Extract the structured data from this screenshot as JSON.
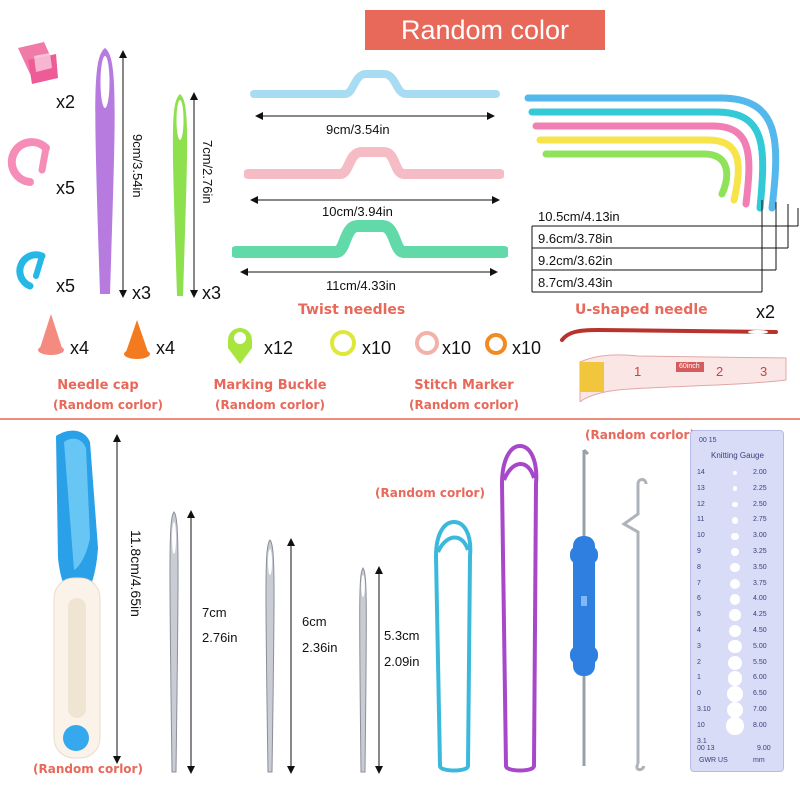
{
  "banner": {
    "title": "Random color"
  },
  "top": {
    "clip_qty": "x2",
    "ring_large_qty": "x5",
    "ring_small_qty": "x5",
    "needle_large_dim": "9cm/3.54in",
    "needle_large_qty": "x3",
    "needle_small_dim": "7cm/2.76in",
    "needle_small_qty": "x3",
    "twist": {
      "dim1": "9cm/3.54in",
      "dim2": "10cm/3.94in",
      "dim3": "11cm/4.33in",
      "label": "Twist needles"
    },
    "ushaped": {
      "dim1": "10.5cm/4.13in",
      "dim2": "9.6cm/3.78in",
      "dim3": "9.2cm/3.62in",
      "dim4": "8.7cm/3.43in",
      "label": "U-shaped needle",
      "qty": "x2"
    },
    "cap_pink_qty": "x4",
    "cap_orange_qty": "x4",
    "buckle_qty": "x12",
    "marker_yellow_qty": "x10",
    "marker_pink_qty": "x10",
    "marker_orange_qty": "x10",
    "needle_cap_label": "Needle cap",
    "needle_cap_sub": "(Random corlor)",
    "marking_buckle_label": "Marking Buckle",
    "marking_buckle_sub": "(Random corlor)",
    "stitch_marker_label": "Stitch Marker",
    "stitch_marker_sub": "(Random corlor)",
    "tape": {
      "n1": "1",
      "n2": "2",
      "n3": "3",
      "brand": "60inch"
    }
  },
  "bottom": {
    "scissor_dim": "11.8cm/4.65in",
    "scissor_sub": "(Random corlor)",
    "needle1_cm": "7cm",
    "needle1_in": "2.76in",
    "needle2_cm": "6cm",
    "needle2_in": "2.36in",
    "needle3_cm": "5.3cm",
    "needle3_in": "2.09in",
    "holder_sub": "(Random corlor)",
    "hook_sub": "(Random corlor)",
    "gauge": {
      "title": "Knitting Gauge",
      "left_top": "00 15",
      "bottom_left": "00 13",
      "bottom_right": "9.00",
      "footer_left": "GWR US",
      "footer_right": "mm",
      "us": [
        "14",
        "13",
        "12",
        "11",
        "10",
        "9",
        "8",
        "7",
        "6",
        "5",
        "4",
        "3",
        "2",
        "1",
        "0",
        "3.10",
        "10",
        "3.1"
      ],
      "mm": [
        "2.00",
        "2.25",
        "2.50",
        "2.75",
        "3.00",
        "3.25",
        "3.50",
        "3.75",
        "4.00",
        "4.25",
        "4.50",
        "5.00",
        "5.50",
        "6.00",
        "6.50",
        "7.00",
        "8.00"
      ]
    }
  },
  "colors": {
    "accent": "#e8685a",
    "blue": "#2f7fe0",
    "purple": "#a35bd6",
    "teal": "#36b4e0"
  }
}
